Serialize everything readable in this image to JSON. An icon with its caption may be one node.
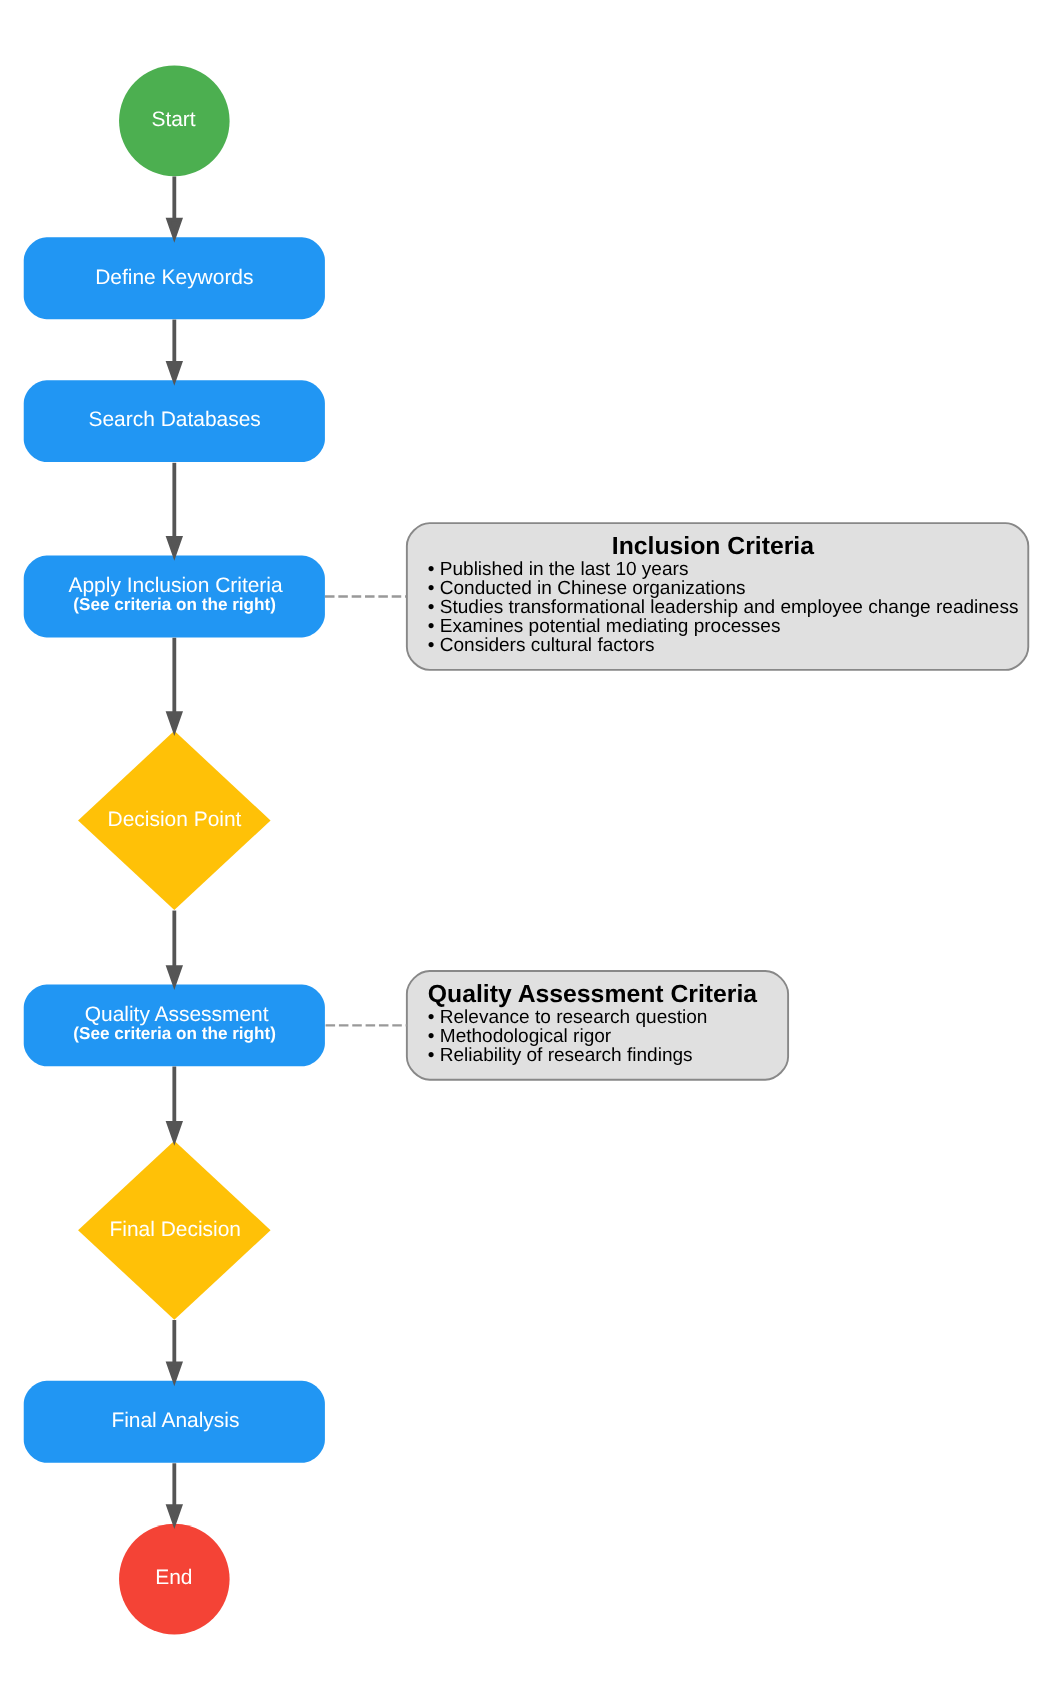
{
  "diagram": {
    "nodes": [
      {
        "text": [
          "Start"
        ]
      },
      {
        "text": [
          "Define Keywords"
        ]
      },
      {
        "text": [
          "Search Databases"
        ]
      },
      {
        "text": [
          "Apply Inclusion Criteria",
          "(See criteria on the right)"
        ]
      },
      {
        "text": [
          "Decision Point"
        ]
      },
      {
        "text": [
          "Quality Assessment",
          "(See criteria on the right)"
        ]
      },
      {
        "text": [
          "Final Decision"
        ]
      },
      {
        "text": [
          "Final Analysis"
        ]
      },
      {
        "text": [
          "End"
        ]
      },
      {
        "text": [
          "Inclusion Criteria",
          "• Published in the last 10 years",
          "• Conducted in Chinese organizations",
          "• Studies transformational leadership and employee change readiness",
          "• Examines potential mediating processes",
          "• Considers cultural factors"
        ]
      },
      {
        "text": [
          "Quality Assessment Criteria",
          "• Relevance to research question",
          "• Methodological rigor",
          "• Reliability of research findings"
        ]
      }
    ],
    "edges": [
      {
        "from": 0,
        "to": 1,
        "arrow": "to"
      },
      {
        "from": 1,
        "to": 2,
        "arrow": "to"
      },
      {
        "from": 2,
        "to": 3,
        "arrow": "to"
      },
      {
        "from": 3,
        "to": 4,
        "arrow": "to"
      },
      {
        "from": 4,
        "to": 5,
        "arrow": "to"
      },
      {
        "from": 5,
        "to": 6,
        "arrow": "to"
      },
      {
        "from": 6,
        "to": 7,
        "arrow": "to"
      },
      {
        "from": 7,
        "to": 8,
        "arrow": "to"
      },
      {
        "from": 3,
        "to": 9,
        "arrow": "none",
        "style": "dashed",
        "color": "#999999"
      },
      {
        "from": 5,
        "to": 10,
        "arrow": "none",
        "style": "dashed",
        "color": "#999999"
      }
    ]
  }
}
